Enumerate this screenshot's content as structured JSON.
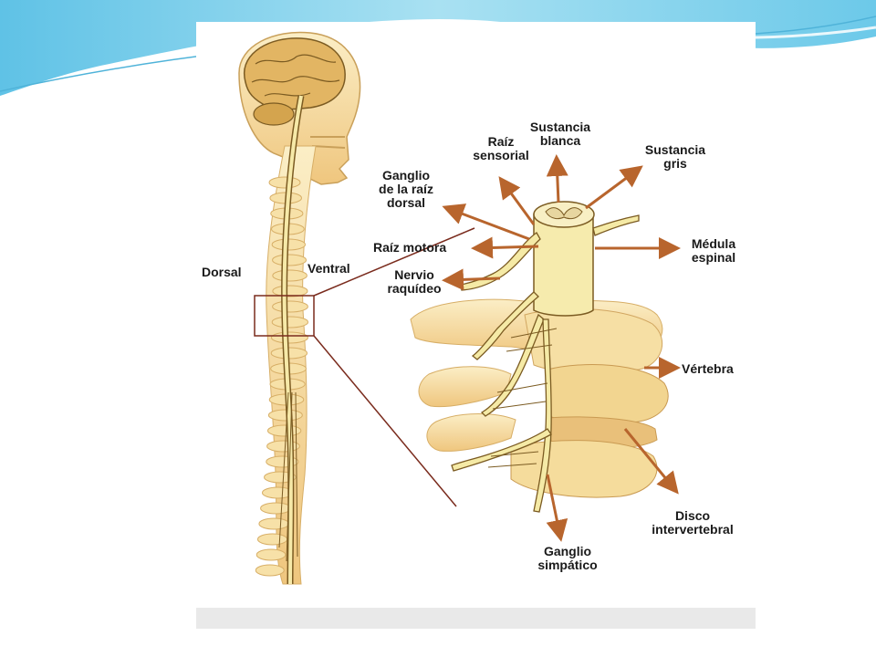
{
  "labels": {
    "dorsal": "Dorsal",
    "ventral": "Ventral",
    "raiz_sensorial": "Raíz\nsensorial",
    "sustancia_blanca": "Sustancia\nblanca",
    "sustancia_gris": "Sustancia\ngris",
    "ganglio_raiz_dorsal": "Ganglio\nde la raíz\ndorsal",
    "raiz_motora": "Raíz  motora",
    "medula_espinal": "Médula\nespinal",
    "nervio_raquideo": "Nervio\nraquídeo",
    "vertebra": "Vértebra",
    "disco_intervertebral": "Disco\nintervertebral",
    "ganglio_simpatico": "Ganglio\nsimpático"
  },
  "colors": {
    "arrow": "#b8652d",
    "bone": "#f6dfa4",
    "bone_shadow": "#e8b96c",
    "cord": "#f3e7a2",
    "nerve_outline": "#7b5b22",
    "zoom_box": "#7a2b1d",
    "slide_wave": "#7fd0ea"
  }
}
